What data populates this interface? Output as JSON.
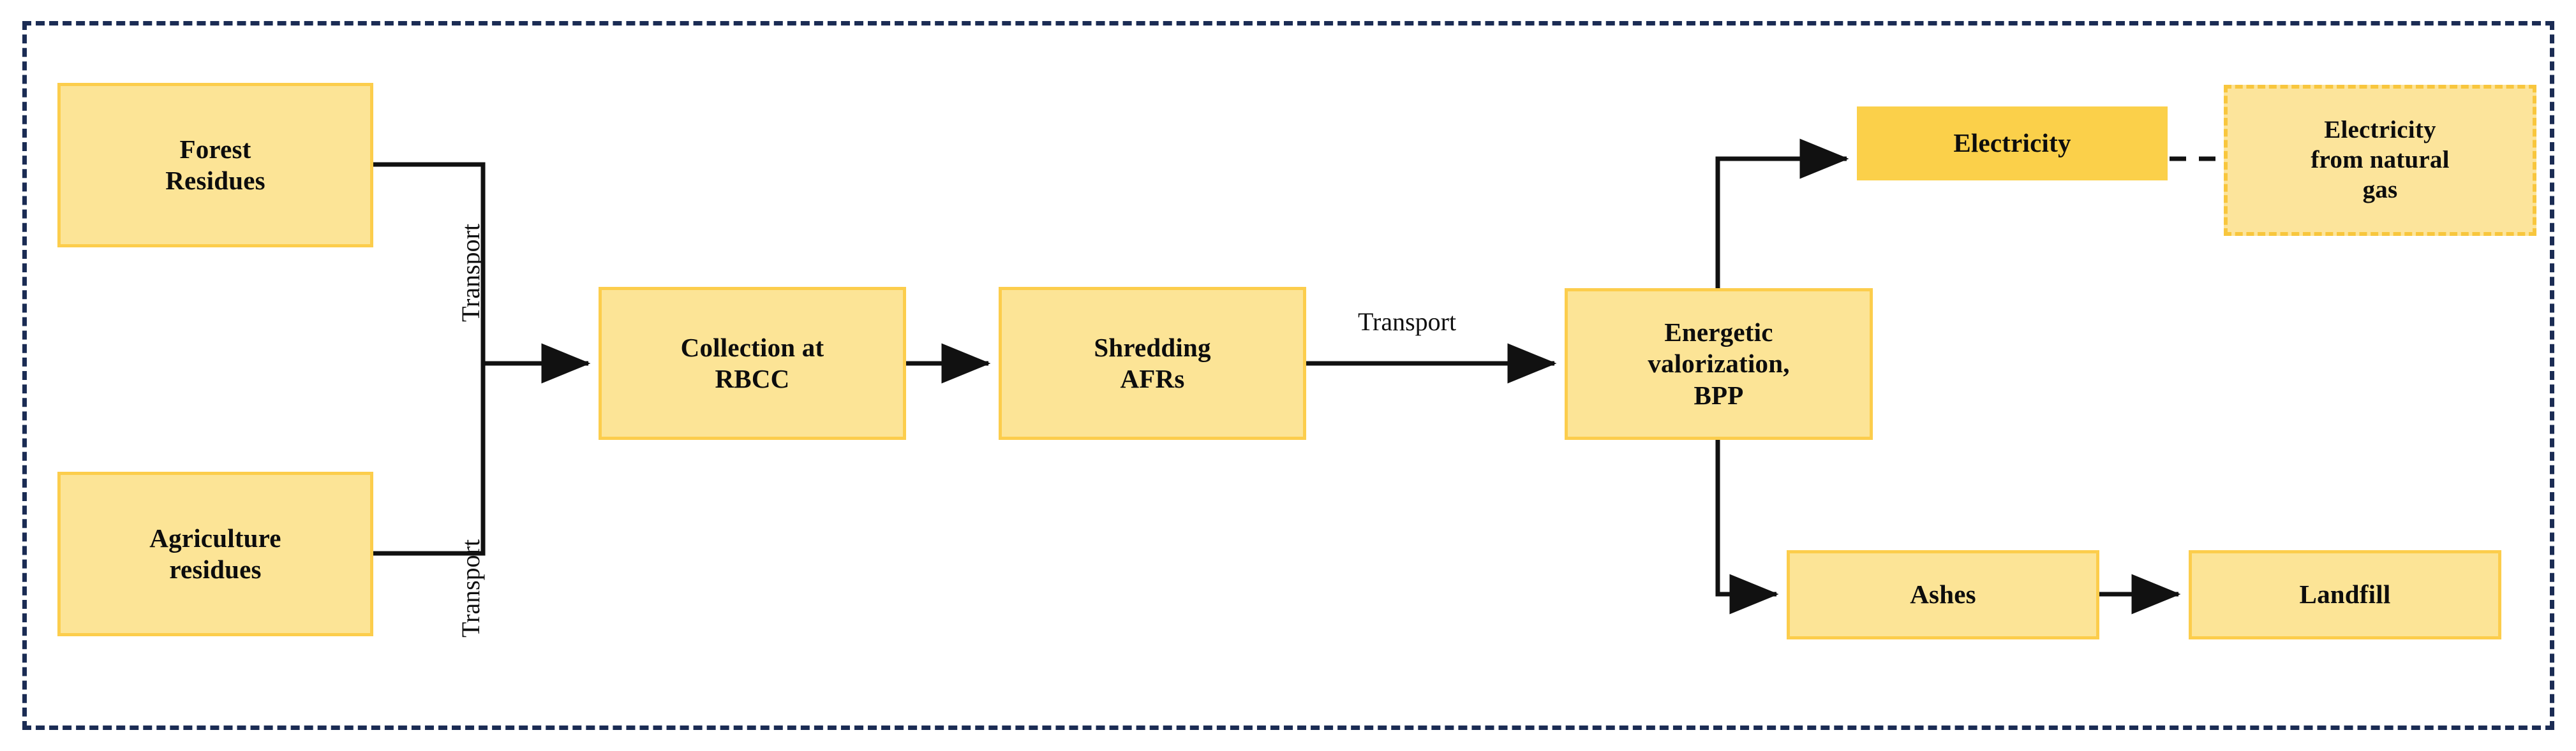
{
  "diagram": {
    "title": "Biomass residues energetic valorization system boundary flow diagram",
    "boundary": {
      "name": "system-boundary",
      "style": "dashed",
      "color": "#1b2c54"
    },
    "colors": {
      "box_fill": "#FCE496",
      "box_border": "#FCCD4C",
      "box_fill_dark": "#FBD04A",
      "box_fill_dashed": "#FCE49B",
      "box_border_dashed": "#F8C63D",
      "boundary_border": "#1b2c54",
      "arrow": "#111111",
      "text": "#0d0d0d"
    },
    "nodes": [
      {
        "id": "forest-residues",
        "label": "Forest\nResidues",
        "style": "solid"
      },
      {
        "id": "agriculture-residues",
        "label": "Agriculture\nresidues",
        "style": "solid"
      },
      {
        "id": "collection-rbcc",
        "label": "Collection at\nRBCC",
        "style": "solid"
      },
      {
        "id": "shredding-afrs",
        "label": "Shredding\nAFRs",
        "style": "solid"
      },
      {
        "id": "energetic-valorization",
        "label": "Energetic\nvalorization,\nBPP",
        "style": "solid"
      },
      {
        "id": "electricity",
        "label": "Electricity",
        "style": "dark"
      },
      {
        "id": "electricity-natural-gas",
        "label": "Electricity\nfrom natural\ngas",
        "style": "dashed"
      },
      {
        "id": "ashes",
        "label": "Ashes",
        "style": "solid"
      },
      {
        "id": "landfill",
        "label": "Landfill",
        "style": "solid"
      }
    ],
    "edge_labels": [
      {
        "id": "transport-forest",
        "text": "Transport",
        "orientation": "vertical"
      },
      {
        "id": "transport-agriculture",
        "text": "Transport",
        "orientation": "vertical"
      },
      {
        "id": "transport-shredding",
        "text": "Transport",
        "orientation": "horizontal"
      }
    ],
    "edges": [
      {
        "from": "forest-residues",
        "to": "collection-rbcc",
        "label": "Transport",
        "style": "solid",
        "arrow": true
      },
      {
        "from": "agriculture-residues",
        "to": "collection-rbcc",
        "label": "Transport",
        "style": "solid",
        "arrow": true
      },
      {
        "from": "collection-rbcc",
        "to": "shredding-afrs",
        "label": "",
        "style": "solid",
        "arrow": true
      },
      {
        "from": "shredding-afrs",
        "to": "energetic-valorization",
        "label": "Transport",
        "style": "solid",
        "arrow": true
      },
      {
        "from": "energetic-valorization",
        "to": "electricity",
        "label": "",
        "style": "solid",
        "arrow": true
      },
      {
        "from": "energetic-valorization",
        "to": "ashes",
        "label": "",
        "style": "solid",
        "arrow": true
      },
      {
        "from": "electricity",
        "to": "electricity-natural-gas",
        "label": "",
        "style": "dashed",
        "arrow": false
      },
      {
        "from": "ashes",
        "to": "landfill",
        "label": "",
        "style": "solid",
        "arrow": true
      }
    ]
  }
}
